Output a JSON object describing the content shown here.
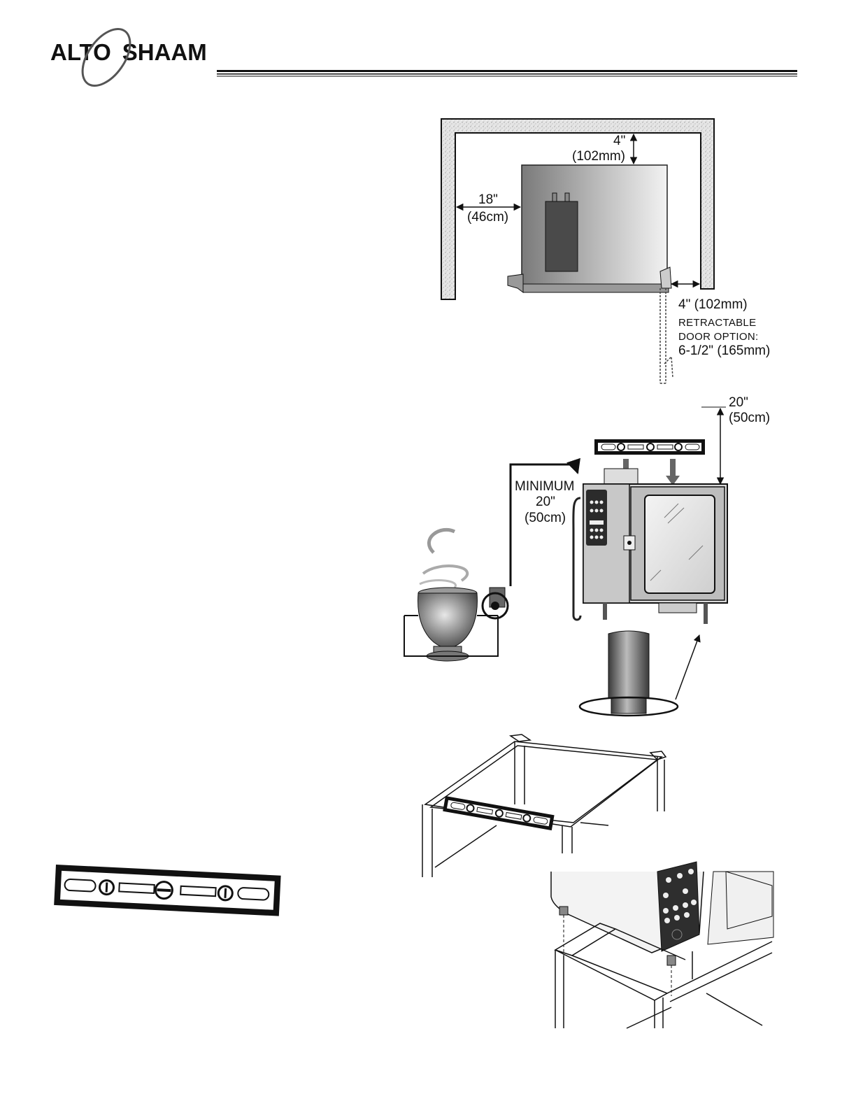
{
  "brand": {
    "logo_left": "ALTO",
    "logo_right": "SHAAM"
  },
  "clearance": {
    "top_in": "4\"",
    "top_mm": "(102mm)",
    "left_in": "18\"",
    "left_cm": "(46cm)",
    "right_line": "4\" (102mm)",
    "retractable_1": "RETRACTABLE",
    "retractable_2": "DOOR OPTION:",
    "retractable_val": "6-1/2\" (165mm)"
  },
  "placement": {
    "top_in": "20\"",
    "top_cm": "(50cm)",
    "min_label": "MINIMUM",
    "min_in": "20\"",
    "min_cm": "(50cm)"
  },
  "colors": {
    "ink": "#111111",
    "wall": "#dcdcdc",
    "oven_grey": "#8c8c8c"
  }
}
